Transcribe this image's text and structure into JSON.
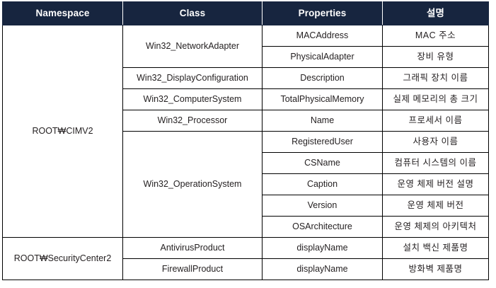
{
  "table": {
    "columns": [
      {
        "key": "namespace",
        "label": "Namespace"
      },
      {
        "key": "class",
        "label": "Class"
      },
      {
        "key": "properties",
        "label": "Properties"
      },
      {
        "key": "description",
        "label": "설명"
      }
    ],
    "header_bg": "#17253f",
    "header_fg": "#ffffff",
    "border_color": "#000000",
    "body_fg": "#231f20",
    "rows": [
      {
        "namespace": "ROOT₩CIMV2",
        "namespace_rowspan": 10,
        "class": "Win32_NetworkAdapter",
        "class_rowspan": 2,
        "properties": "MACAddress",
        "description": "MAC 주소"
      },
      {
        "properties": "PhysicalAdapter",
        "description": "장비 유형"
      },
      {
        "class": "Win32_DisplayConfiguration",
        "class_rowspan": 1,
        "properties": "Description",
        "description": "그래픽 장치 이름"
      },
      {
        "class": "Win32_ComputerSystem",
        "class_rowspan": 1,
        "properties": "TotalPhysicalMemory",
        "description": "실제 메모리의 총 크기"
      },
      {
        "class": "Win32_Processor",
        "class_rowspan": 1,
        "properties": "Name",
        "description": "프로세서 이름"
      },
      {
        "class": "Win32_OperationSystem",
        "class_rowspan": 5,
        "properties": "RegisteredUser",
        "description": "사용자 이름"
      },
      {
        "properties": "CSName",
        "description": "컴퓨터 시스템의 이름"
      },
      {
        "properties": "Caption",
        "description": "운영 체제 버전 설명"
      },
      {
        "properties": "Version",
        "description": "운영 체제 버전"
      },
      {
        "properties": "OSArchitecture",
        "description": "운영 체제의 아키텍처"
      },
      {
        "namespace": "ROOT₩SecurityCenter2",
        "namespace_rowspan": 2,
        "class": "AntivirusProduct",
        "class_rowspan": 1,
        "properties": "displayName",
        "description": "설치 백신 제품명"
      },
      {
        "class": "FirewallProduct",
        "class_rowspan": 1,
        "properties": "displayName",
        "description": "방화벽 제품명"
      }
    ]
  }
}
